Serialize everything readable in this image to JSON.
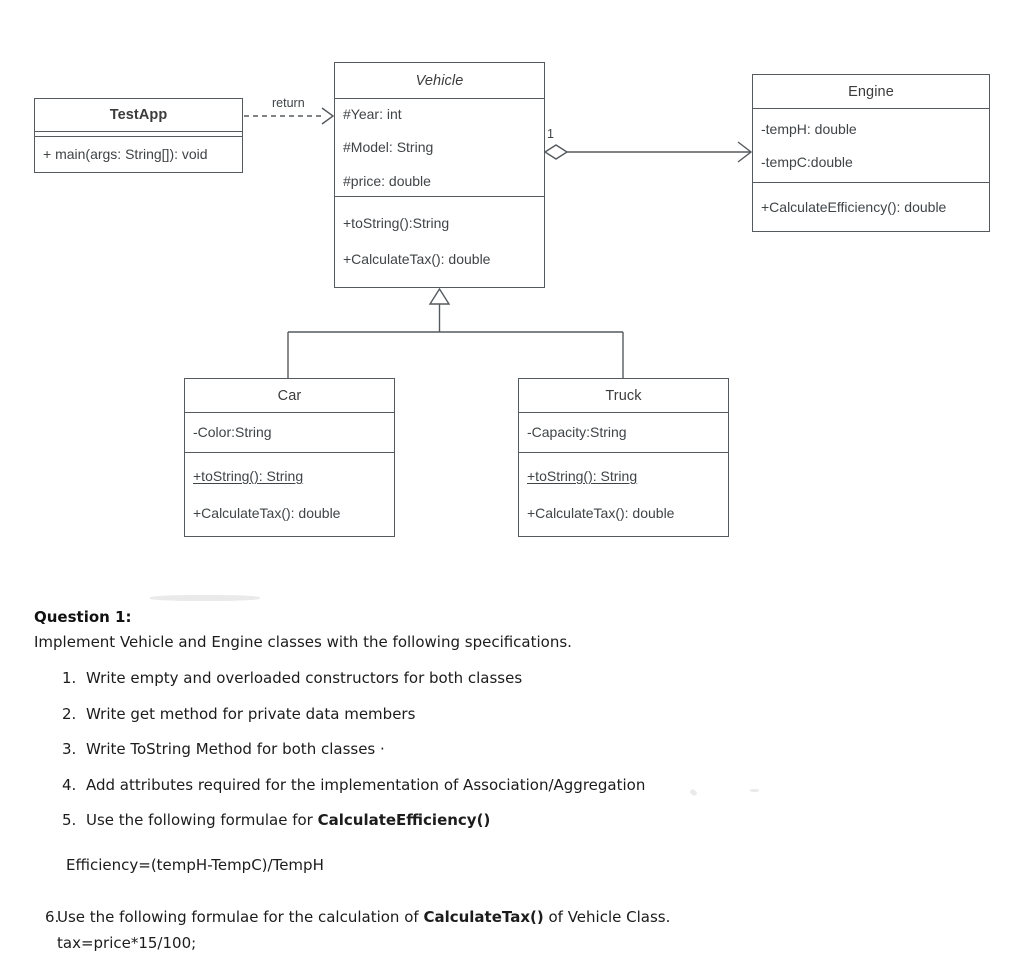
{
  "diagram": {
    "type": "uml-class-diagram",
    "classes": [
      {
        "id": "testapp",
        "name": "TestApp",
        "stereotype": "",
        "abstract": false,
        "bold_title": true,
        "attributes": [],
        "methods": [
          "+ main(args: String[]): void"
        ]
      },
      {
        "id": "vehicle",
        "name": "Vehicle",
        "abstract": true,
        "bold_title": false,
        "attributes": [
          "#Year: int",
          "#Model: String",
          "#price: double"
        ],
        "methods": [
          "+toString():String",
          "+CalculateTax(): double"
        ]
      },
      {
        "id": "engine",
        "name": "Engine",
        "abstract": false,
        "bold_title": false,
        "attributes": [
          "-tempH: double",
          "-tempC:double"
        ],
        "methods": [
          "+CalculateEfficiency(): double"
        ]
      },
      {
        "id": "car",
        "name": "Car",
        "abstract": false,
        "bold_title": false,
        "attributes": [
          "-Color:String"
        ],
        "methods": [
          "+toString(): String",
          "+CalculateTax(): double"
        ],
        "underlined_methods": [
          "+toString(): String"
        ]
      },
      {
        "id": "truck",
        "name": "Truck",
        "abstract": false,
        "bold_title": false,
        "attributes": [
          "-Capacity:String"
        ],
        "methods": [
          "+toString(): String",
          "+CalculateTax(): double"
        ],
        "underlined_methods": [
          "+toString(): String"
        ]
      }
    ],
    "relationships": [
      {
        "id": "testapp-vehicle",
        "kind": "dependency",
        "from": "TestApp",
        "to": "Vehicle",
        "label": "return",
        "style": "dashed",
        "arrow": "open"
      },
      {
        "id": "vehicle-engine",
        "kind": "aggregation",
        "from": "Vehicle",
        "to": "Engine",
        "label": "1",
        "style": "solid",
        "arrow": "open",
        "diamond": "hollow"
      },
      {
        "id": "car-vehicle",
        "kind": "generalization",
        "from": "Car",
        "to": "Vehicle",
        "style": "solid",
        "arrow": "hollow-triangle"
      },
      {
        "id": "truck-vehicle",
        "kind": "generalization",
        "from": "Truck",
        "to": "Vehicle",
        "style": "solid",
        "arrow": "hollow-triangle"
      }
    ],
    "colors": {
      "stroke": "#555a5e",
      "text": "#3c3c3c",
      "background": "#ffffff"
    }
  },
  "question": {
    "heading": "Question 1:",
    "intro": "Implement Vehicle and Engine classes with the following specifications.",
    "items": [
      {
        "num": "1.",
        "text": "Write empty and overloaded constructors for both classes"
      },
      {
        "num": "2.",
        "text": "Write get method for private data members"
      },
      {
        "num": "3.",
        "text": "Write ToString Method for both classes  ·"
      },
      {
        "num": "4.",
        "text": "Add attributes required for the implementation of Association/Aggregation"
      }
    ],
    "item5": {
      "num": "5.",
      "prefix": "Use the following formulae for ",
      "bold": "CalculateEfficiency()"
    },
    "formula1": "Efficiency=(tempH-TempC)/TempH",
    "item6": {
      "num": "6.",
      "prefix": "Use the following formulae for the calculation of ",
      "bold": "CalculateTax()",
      "suffix": " of Vehicle Class."
    },
    "formula2": "tax=price*15/100;"
  }
}
